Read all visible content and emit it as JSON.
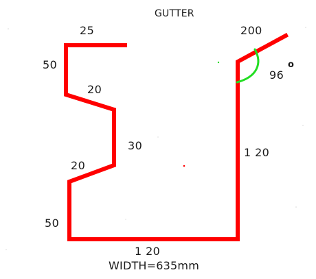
{
  "title": "GUTTER",
  "profile_color": "#ff0000",
  "angle_arc_color": "#22dd22",
  "dimensions": {
    "top_return": "25",
    "left_upper_vertical": "50",
    "upper_diagonal": "20",
    "middle_vertical": "30",
    "lower_diagonal": "20",
    "left_lower_vertical": "50",
    "base": "1 20",
    "right_vertical": "1 20",
    "top_flange": "200"
  },
  "angle": {
    "value": "96",
    "degree_symbol": "o"
  },
  "width_label": "WIDTH=635mm"
}
